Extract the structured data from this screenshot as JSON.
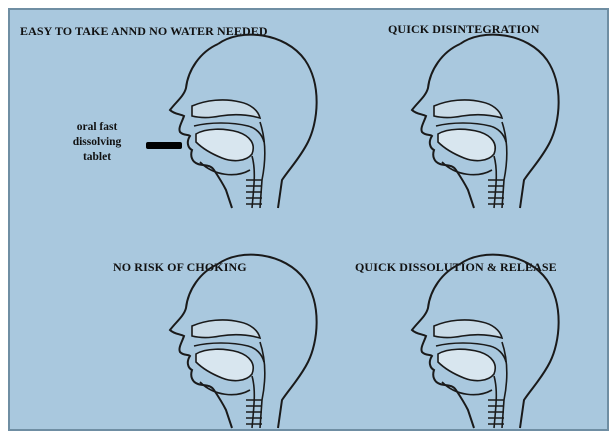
{
  "panels": [
    {
      "caption": "EASY TO TAKE ANND NO WATER NEEDED"
    },
    {
      "caption": "QUICK DISINTEGRATION"
    },
    {
      "caption": "NO RISK OF CHOKING"
    },
    {
      "caption": "QUICK DISSOLUTION & RELEASE"
    }
  ],
  "tablet_label": [
    "oral fast",
    "dissolving",
    "tablet"
  ],
  "colors": {
    "background": "#a9c8de",
    "line": "#1a1a1a"
  }
}
